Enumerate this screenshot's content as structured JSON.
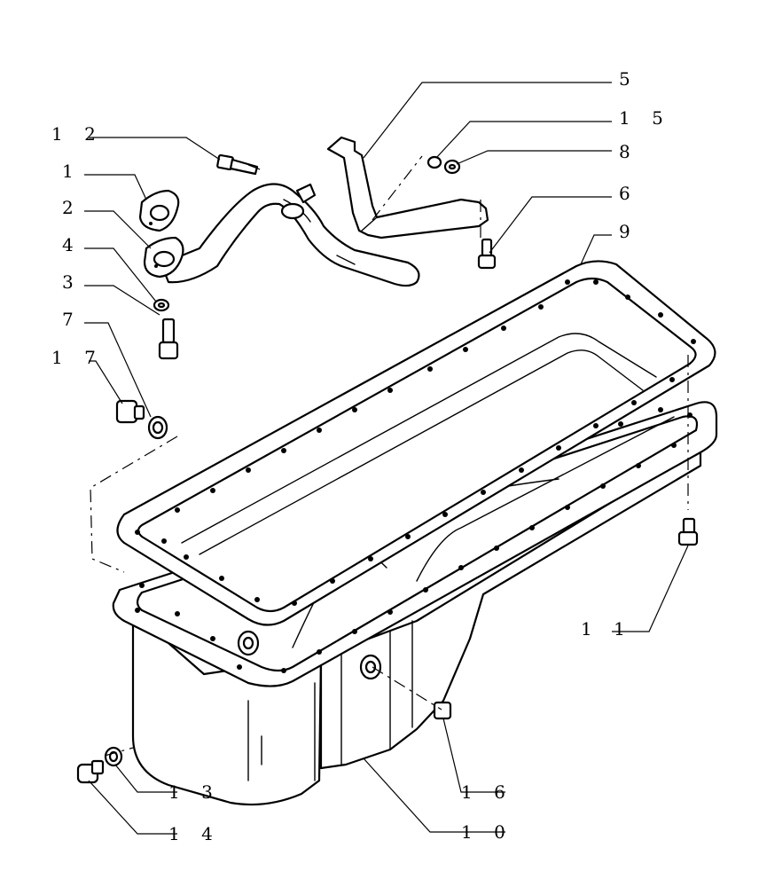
{
  "diagram": {
    "callouts": [
      {
        "id": "c1",
        "label": "1"
      },
      {
        "id": "c2",
        "label": "2"
      },
      {
        "id": "c3",
        "label": "3"
      },
      {
        "id": "c4",
        "label": "4"
      },
      {
        "id": "c5",
        "label": "5"
      },
      {
        "id": "c6",
        "label": "6"
      },
      {
        "id": "c7",
        "label": "7"
      },
      {
        "id": "c8",
        "label": "8"
      },
      {
        "id": "c9",
        "label": "9"
      },
      {
        "id": "c10",
        "label": "1 0"
      },
      {
        "id": "c11",
        "label": "1 1"
      },
      {
        "id": "c12",
        "label": "1 2"
      },
      {
        "id": "c13",
        "label": "1 3"
      },
      {
        "id": "c14",
        "label": "1 4"
      },
      {
        "id": "c15",
        "label": "1 5"
      },
      {
        "id": "c16",
        "label": "1 6"
      },
      {
        "id": "c17",
        "label": "1 7"
      }
    ]
  }
}
